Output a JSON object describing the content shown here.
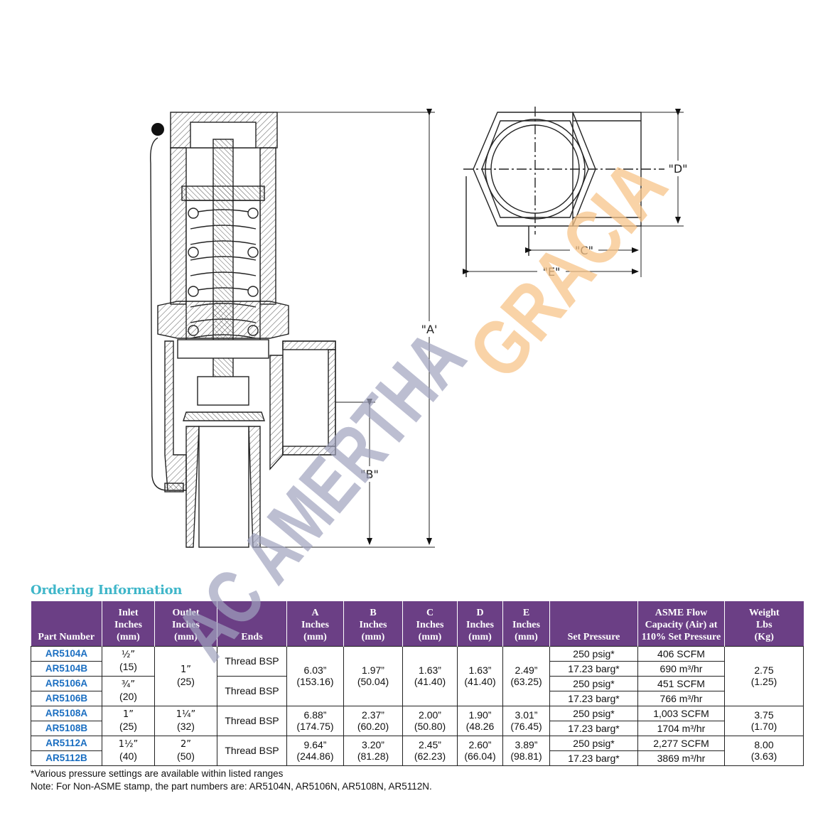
{
  "drawing": {
    "labels": {
      "A": "\"A'",
      "B": "\"B\"",
      "C": "\"C\"",
      "D": "\"D\"",
      "E": "\"E\""
    }
  },
  "watermark": {
    "text_1": "AC AMERTHA",
    "text_2": "GRACIA",
    "color_1": "#9fa3bd",
    "color_2": "#f7c48a"
  },
  "section_title": "Ordering Information",
  "table": {
    "headers": [
      [
        "Part Number"
      ],
      [
        "Inlet",
        "Inches",
        "(mm)"
      ],
      [
        "Outlet",
        "Inches",
        "(mm)"
      ],
      [
        "Ends"
      ],
      [
        "A",
        "Inches",
        "(mm)"
      ],
      [
        "B",
        "Inches",
        "(mm)"
      ],
      [
        "C",
        "Inches",
        "(mm)"
      ],
      [
        "D",
        "Inches",
        "(mm)"
      ],
      [
        "E",
        "Inches",
        "(mm)"
      ],
      [
        "Set Pressure"
      ],
      [
        "ASME Flow",
        "Capacity (Air) at",
        "110% Set Pressure"
      ],
      [
        "Weight",
        "Lbs",
        "(Kg)"
      ]
    ],
    "part_numbers": [
      "AR5104A",
      "AR5104B",
      "AR5106A",
      "AR5106B",
      "AR5108A",
      "AR5108B",
      "AR5112A",
      "AR5112B"
    ],
    "inlet": [
      [
        "½”",
        "(15)"
      ],
      [
        "¾”",
        "(20)"
      ],
      [
        "1”",
        "(25)"
      ],
      [
        "1½”",
        "(40)"
      ]
    ],
    "outlet": [
      [
        "1”",
        "(25)"
      ],
      [
        "1¼”",
        "(32)"
      ],
      [
        "2”",
        "(50)"
      ]
    ],
    "ends": [
      "Thread BSP",
      "Thread BSP",
      "Thread BSP",
      "Thread BSP"
    ],
    "dim_a": [
      [
        "6.03”",
        "(153.16)"
      ],
      [
        "6.88”",
        "(174.75)"
      ],
      [
        "9.64”",
        "(244.86)"
      ]
    ],
    "dim_b": [
      [
        "1.97”",
        "(50.04)"
      ],
      [
        "2.37”",
        "(60.20)"
      ],
      [
        "3.20”",
        "(81.28)"
      ]
    ],
    "dim_c": [
      [
        "1.63”",
        "(41.40)"
      ],
      [
        "2.00”",
        "(50.80)"
      ],
      [
        "2.45”",
        "(62.23)"
      ]
    ],
    "dim_d": [
      [
        "1.63”",
        "(41.40)"
      ],
      [
        "1.90”",
        "(48.26"
      ],
      [
        "2.60”",
        "(66.04)"
      ]
    ],
    "dim_e": [
      [
        "2.49”",
        "(63.25)"
      ],
      [
        "3.01”",
        "(76.45)"
      ],
      [
        "3.89”",
        "(98.81)"
      ]
    ],
    "set_pressure": [
      "250 psig*",
      "17.23 barg*",
      "250 psig*",
      "17.23 barg*",
      "250 psig*",
      "17.23 barg*",
      "250 psig*",
      "17.23 barg*"
    ],
    "flow": [
      "406 SCFM",
      "690 m³/hr",
      "451 SCFM",
      "766 m³/hr",
      "1,003 SCFM",
      "1704 m³/hr",
      "2,277 SCFM",
      "3869 m³/hr"
    ],
    "weight": [
      [
        "2.75",
        "(1.25)"
      ],
      [
        "3.75",
        "(1.70)"
      ],
      [
        "8.00",
        "(3.63)"
      ]
    ]
  },
  "notes": [
    "*Various pressure settings are available within listed ranges",
    "Note: For Non-ASME stamp, the part numbers are: AR5104N, AR5106N, AR5108N, AR5112N."
  ]
}
